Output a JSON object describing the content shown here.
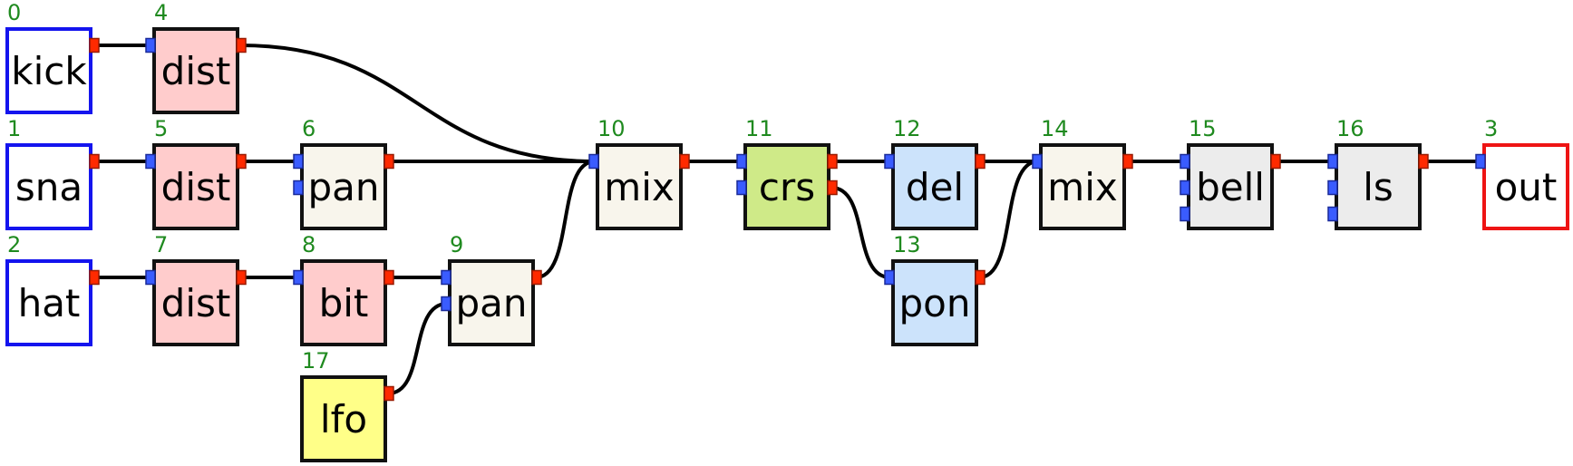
{
  "colors": {
    "source_border": "#1414ee",
    "output_border": "#ee1414",
    "default_border": "#111111",
    "index_text": "#1f8a1f",
    "in_port": "#3a5cff",
    "out_port": "#ff2a00"
  },
  "nodes": [
    {
      "id": "0",
      "label": "kick",
      "fill": "#ffffff",
      "border": "source"
    },
    {
      "id": "1",
      "label": "sna",
      "fill": "#ffffff",
      "border": "source"
    },
    {
      "id": "2",
      "label": "hat",
      "fill": "#ffffff",
      "border": "source"
    },
    {
      "id": "4",
      "label": "dist",
      "fill": "#ffcccc",
      "border": "default"
    },
    {
      "id": "5",
      "label": "dist",
      "fill": "#ffcccc",
      "border": "default"
    },
    {
      "id": "7",
      "label": "dist",
      "fill": "#ffcccc",
      "border": "default"
    },
    {
      "id": "6",
      "label": "pan",
      "fill": "#f8f5ec",
      "border": "default"
    },
    {
      "id": "8",
      "label": "bit",
      "fill": "#ffcccc",
      "border": "default"
    },
    {
      "id": "9",
      "label": "pan",
      "fill": "#f8f5ec",
      "border": "default"
    },
    {
      "id": "17",
      "label": "lfo",
      "fill": "#ffff88",
      "border": "default"
    },
    {
      "id": "10",
      "label": "mix",
      "fill": "#f8f5ec",
      "border": "default"
    },
    {
      "id": "11",
      "label": "crs",
      "fill": "#cfea88",
      "border": "default"
    },
    {
      "id": "12",
      "label": "del",
      "fill": "#cce3fb",
      "border": "default"
    },
    {
      "id": "13",
      "label": "pon",
      "fill": "#cce3fb",
      "border": "default"
    },
    {
      "id": "14",
      "label": "mix",
      "fill": "#f8f5ec",
      "border": "default"
    },
    {
      "id": "15",
      "label": "bell",
      "fill": "#ececec",
      "border": "default"
    },
    {
      "id": "16",
      "label": "ls",
      "fill": "#ececec",
      "border": "default"
    },
    {
      "id": "3",
      "label": "out",
      "fill": "#ffffff",
      "border": "output"
    }
  ],
  "connections": [
    {
      "from": "0",
      "from_port": 0,
      "to": "4",
      "to_port": 0
    },
    {
      "from": "4",
      "from_port": 0,
      "to": "10",
      "to_port": 0
    },
    {
      "from": "1",
      "from_port": 0,
      "to": "5",
      "to_port": 0
    },
    {
      "from": "5",
      "from_port": 0,
      "to": "6",
      "to_port": 0
    },
    {
      "from": "6",
      "from_port": 0,
      "to": "10",
      "to_port": 0
    },
    {
      "from": "2",
      "from_port": 0,
      "to": "7",
      "to_port": 0
    },
    {
      "from": "7",
      "from_port": 0,
      "to": "8",
      "to_port": 0
    },
    {
      "from": "8",
      "from_port": 0,
      "to": "9",
      "to_port": 0
    },
    {
      "from": "17",
      "from_port": 0,
      "to": "9",
      "to_port": 1
    },
    {
      "from": "9",
      "from_port": 0,
      "to": "10",
      "to_port": 0
    },
    {
      "from": "10",
      "from_port": 0,
      "to": "11",
      "to_port": 0
    },
    {
      "from": "11",
      "from_port": 0,
      "to": "12",
      "to_port": 0
    },
    {
      "from": "11",
      "from_port": 1,
      "to": "13",
      "to_port": 0
    },
    {
      "from": "12",
      "from_port": 0,
      "to": "14",
      "to_port": 0
    },
    {
      "from": "13",
      "from_port": 0,
      "to": "14",
      "to_port": 0
    },
    {
      "from": "14",
      "from_port": 0,
      "to": "15",
      "to_port": 0
    },
    {
      "from": "15",
      "from_port": 0,
      "to": "16",
      "to_port": 0
    },
    {
      "from": "16",
      "from_port": 0,
      "to": "3",
      "to_port": 0
    }
  ]
}
